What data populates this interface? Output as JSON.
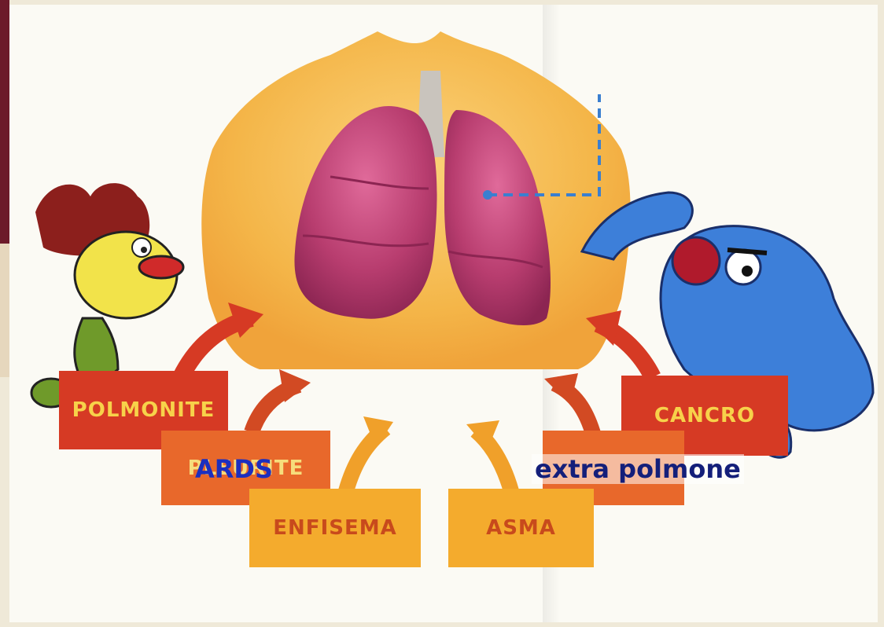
{
  "labels": {
    "polmonite": "POLMONITE",
    "pleurite_hidden": "PLEURITE",
    "enfisema": "ENFISEMA",
    "asma": "ASMA",
    "cancro": "CANCRO"
  },
  "overlays": {
    "ards": "ARDS",
    "extra": "extra polmone"
  },
  "colors": {
    "red_box": "#d63a24",
    "orange_box": "#e8682b",
    "yellow_box": "#f4ab2d",
    "lung": "#b33a6a",
    "torso": "#f4b649",
    "overlay_blue": "#1c2fbf",
    "overlay_navy": "#141f7a"
  }
}
